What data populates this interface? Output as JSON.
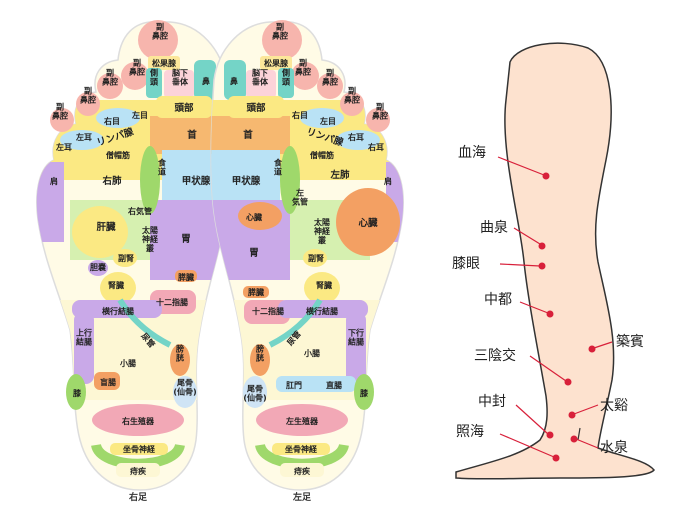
{
  "colors": {
    "toe": "#f7b5ad",
    "pineal": "#fce79a",
    "pituitary": "#fcd3d9",
    "teal": "#74d4c7",
    "yellow": "#fbe983",
    "purple": "#c9a9e8",
    "blue": "#cfe4f5",
    "lightgreen": "#d6f0b0",
    "green": "#9fd86b",
    "orange": "#f3a063",
    "lightblue": "#b9e2f5",
    "darkorange": "#f6b870",
    "pink": "#f2a8b6",
    "paleyellow": "#fdf7d4",
    "skin": "#fde2cf",
    "point": "#d8203a",
    "leader": "#d8203a"
  },
  "right_foot": {
    "caption": "右足",
    "zones": {
      "sinus_top": "副\n鼻腔",
      "pineal": "松果腺",
      "nose": "鼻",
      "sinus_2": "副\n鼻腔",
      "sinus_3": "副\n鼻腔",
      "side_head": "側\n頭",
      "pituitary": "脳下\n垂体",
      "head": "頭部",
      "sinus_4": "副\n鼻腔",
      "sinus_5": "副\n鼻腔",
      "right_eye": "右目",
      "left_eye": "左目",
      "neck": "首",
      "left_ear": "左耳",
      "ear_small": "左耳",
      "lymph": "リンパ腺",
      "trapezius": "僧帽筋",
      "shoulder": "肩",
      "right_lung": "右肺",
      "esophagus": "食\n道",
      "thyroid": "甲状腺",
      "trachea": "右気管",
      "liver": "肝臓",
      "solar": "太陽\n神経\n叢",
      "stomach": "胃",
      "gallbladder": "胆嚢",
      "adrenal": "副腎",
      "kidney": "腎臓",
      "pancreas": "膵臓",
      "duodenum": "十二指腸",
      "transverse_colon": "横行結腸",
      "ascending_colon": "上行\n結腸",
      "ureter": "尿管",
      "small_intestine": "小腸",
      "bladder": "膀\n胱",
      "cecum": "盲腸",
      "knee": "膝",
      "coccyx": "尾骨\n(仙骨)",
      "genital": "右生殖器",
      "sciatic": "坐骨神経",
      "hemorrhoid": "痔疾"
    }
  },
  "left_foot": {
    "caption": "左足",
    "zones": {
      "sinus_top": "副\n鼻腔",
      "pineal": "松果腺",
      "nose": "鼻",
      "sinus_2": "副\n鼻腔",
      "sinus_3": "副\n鼻腔",
      "side_head": "側\n頭",
      "pituitary": "脳下\n垂体",
      "head": "頭部",
      "sinus_4": "副\n鼻腔",
      "sinus_5": "副\n鼻腔",
      "right_eye": "右目",
      "left_eye": "左目",
      "neck": "首",
      "right_ear": "右耳",
      "ear_small": "右耳",
      "lymph": "リンパ腺",
      "trapezius": "僧帽筋",
      "shoulder": "肩",
      "left_lung": "左肺",
      "esophagus": "食\n道",
      "thyroid": "甲状腺",
      "trachea": "左\n気管",
      "heart_small": "心臓",
      "heart": "心臓",
      "solar": "太陽\n神経\n叢",
      "stomach": "胃",
      "adrenal": "副腎",
      "kidney": "腎臓",
      "pancreas": "膵臓",
      "duodenum": "十二指腸",
      "transverse_colon": "横行結腸",
      "descending_colon": "下行\n結腸",
      "ureter": "尿管",
      "small_intestine": "小腸",
      "bladder": "膀\n胱",
      "anus": "肛門",
      "rectum": "直腸",
      "knee": "膝",
      "coccyx": "尾骨\n(仙骨)",
      "genital": "左生殖器",
      "sciatic": "坐骨神経",
      "hemorrhoid": "痔疾"
    }
  },
  "leg_points": {
    "kekkai": "血海",
    "kyokusen": "曲泉",
    "shitsugan": "膝眼",
    "chuto": "中都",
    "chikuhin": "築賓",
    "sanninko": "三陰交",
    "chuho": "中封",
    "taikei": "太谿",
    "shokai": "照海",
    "suisen": "水泉"
  }
}
